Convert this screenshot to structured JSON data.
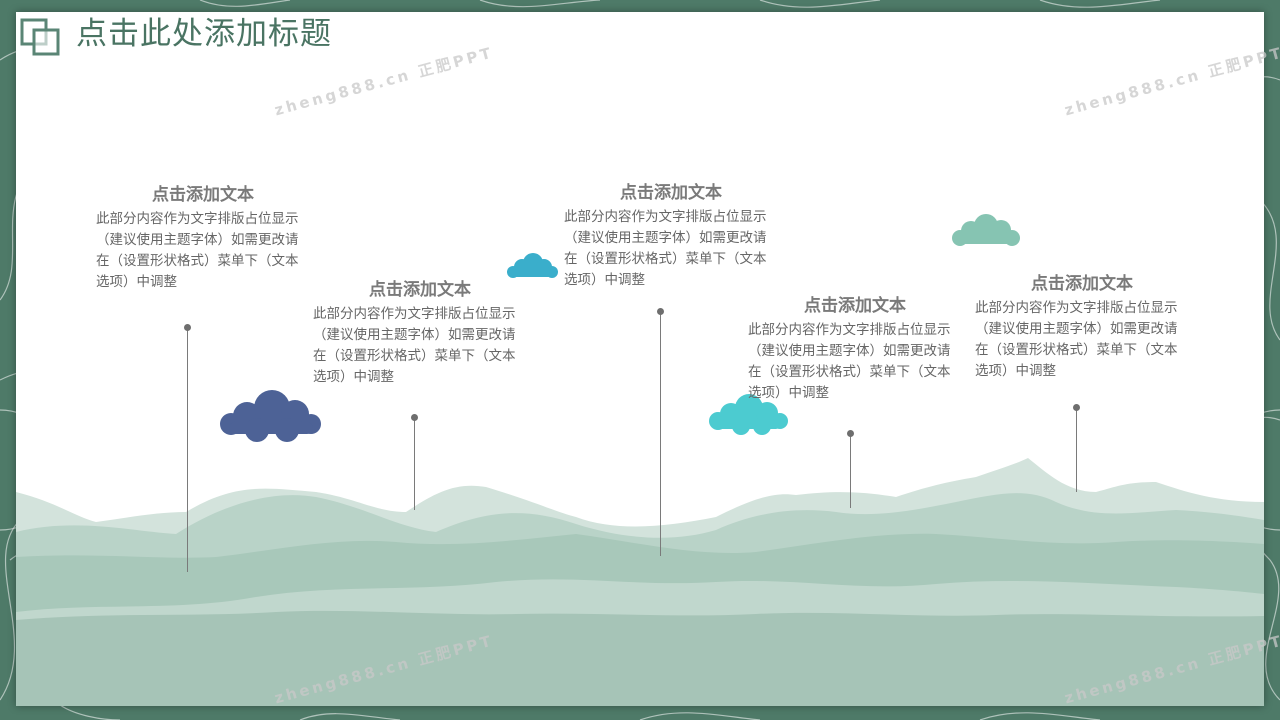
{
  "slide": {
    "title": "点击此处添加标题",
    "watermark": "zheng888.cn 正肥PPT",
    "colors": {
      "frame": "#4e7a68",
      "title": "#4a7463",
      "mountain": "#a9c9bb",
      "cloud_navy": "#4d6296",
      "cloud_blue": "#3aaecb",
      "cloud_cyan": "#4ccbd0",
      "cloud_mint": "#86c4b2"
    }
  },
  "blocks": [
    {
      "heading": "点击添加文本",
      "body": "此部分内容作为文字排版占位显示（建议使用主题字体）如需更改请在（设置形状格式）菜单下（文本选项）中调整"
    },
    {
      "heading": "点击添加文本",
      "body": "此部分内容作为文字排版占位显示（建议使用主题字体）如需更改请在（设置形状格式）菜单下（文本选项）中调整"
    },
    {
      "heading": "点击添加文本",
      "body": "此部分内容作为文字排版占位显示（建议使用主题字体）如需更改请在（设置形状格式）菜单下（文本选项）中调整"
    },
    {
      "heading": "点击添加文本",
      "body": "此部分内容作为文字排版占位显示（建议使用主题字体）如需更改请在（设置形状格式）菜单下（文本选项）中调整"
    },
    {
      "heading": "点击添加文本",
      "body": "此部分内容作为文字排版占位显示（建议使用主题字体）如需更改请在（设置形状格式）菜单下（文本选项）中调整"
    }
  ]
}
